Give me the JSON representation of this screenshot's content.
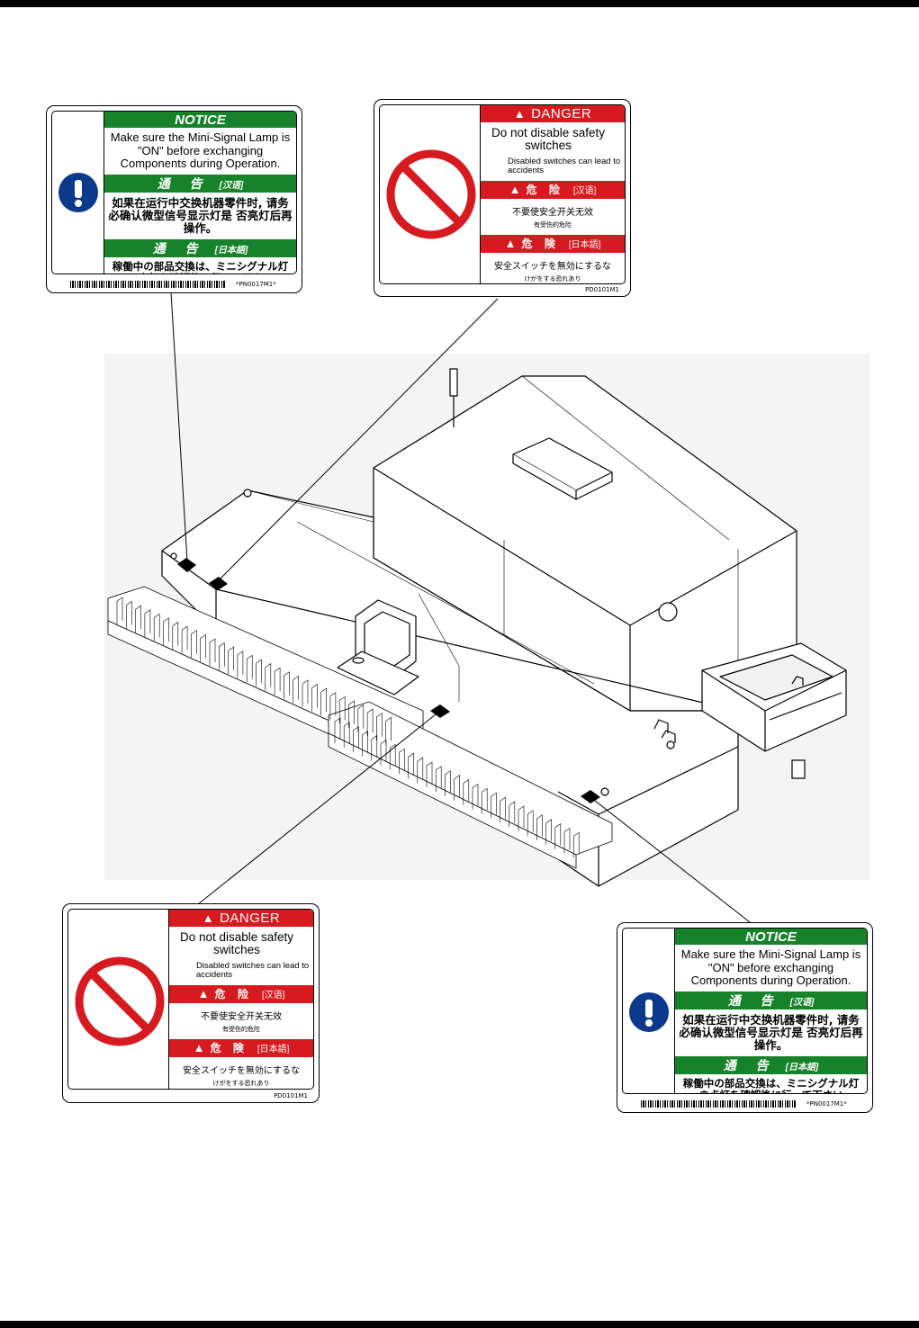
{
  "notice_label": {
    "title": "NOTICE",
    "english_text": "Make sure the Mini-Signal Lamp is \"ON\" before exchanging Components during Operation.",
    "chinese_heading": "通 告",
    "chinese_tag": "[汉语]",
    "chinese_text": "如果在运行中交换机器零件时, 请务必确认微型信号显示灯是 否亮灯后再操作。",
    "japanese_heading": "通 告",
    "japanese_tag": "[日本語]",
    "japanese_text": "稼働中の部品交換は、ミニシグナル灯 の点灯を確認後に行って下さい",
    "part_code": "*PN0017M1*",
    "icon": "exclamation-icon",
    "colors": {
      "header": "#16822a",
      "icon": "#0b3a8c"
    }
  },
  "danger_label": {
    "title": "DANGER",
    "english_main": "Do not disable safety switches",
    "english_small": "Disabled switches can lead to accidents",
    "chinese_heading": "危 险",
    "chinese_tag": "[汉语]",
    "chinese_text": "不要使安全开关无效",
    "chinese_small": "有受伤的危险",
    "japanese_heading": "危 険",
    "japanese_tag": "[日本語]",
    "japanese_text": "安全スイッチを無効にするな",
    "japanese_small": "けがをする恐れあり",
    "part_code": "PD0101M1",
    "icon": "prohibition-icon",
    "colors": {
      "header": "#d61a1f"
    }
  }
}
